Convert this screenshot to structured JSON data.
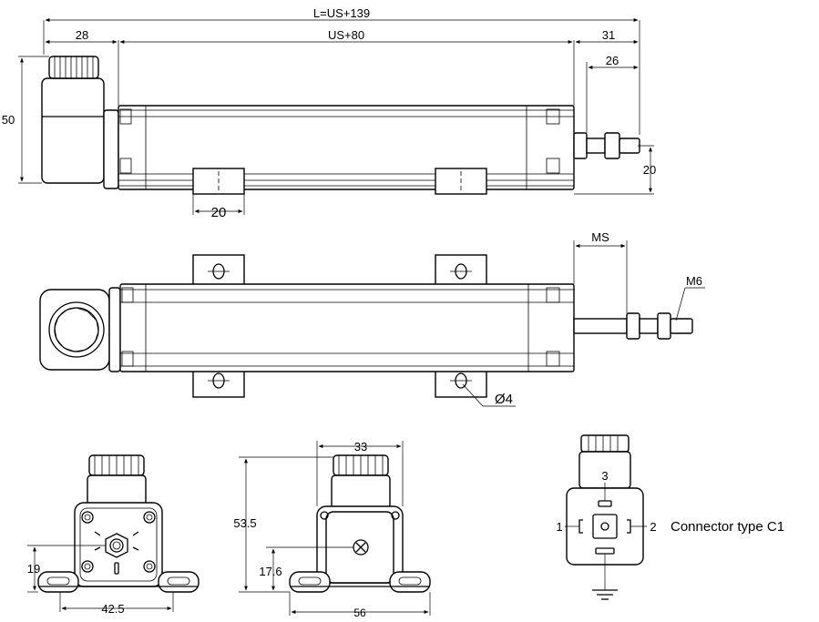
{
  "dimensions": {
    "total_length": "L=US+139",
    "left_offset": "28",
    "stroke_length": "US+80",
    "right_offset": "31",
    "rod_extension": "26",
    "connector_height": "50",
    "rod_height": "20",
    "mount_width": "20",
    "ms": "MS",
    "rod_thread": "M6",
    "hole_dia": "Ø4",
    "end_view_a_height": "19",
    "end_view_a_width": "42.5",
    "end_view_b_top": "33",
    "end_view_b_height": "53.5",
    "end_view_b_axis": "17.6",
    "end_view_b_width": "56"
  },
  "connector": {
    "pin_1": "1",
    "pin_2": "2",
    "pin_3": "3",
    "label": "Connector type C1"
  }
}
